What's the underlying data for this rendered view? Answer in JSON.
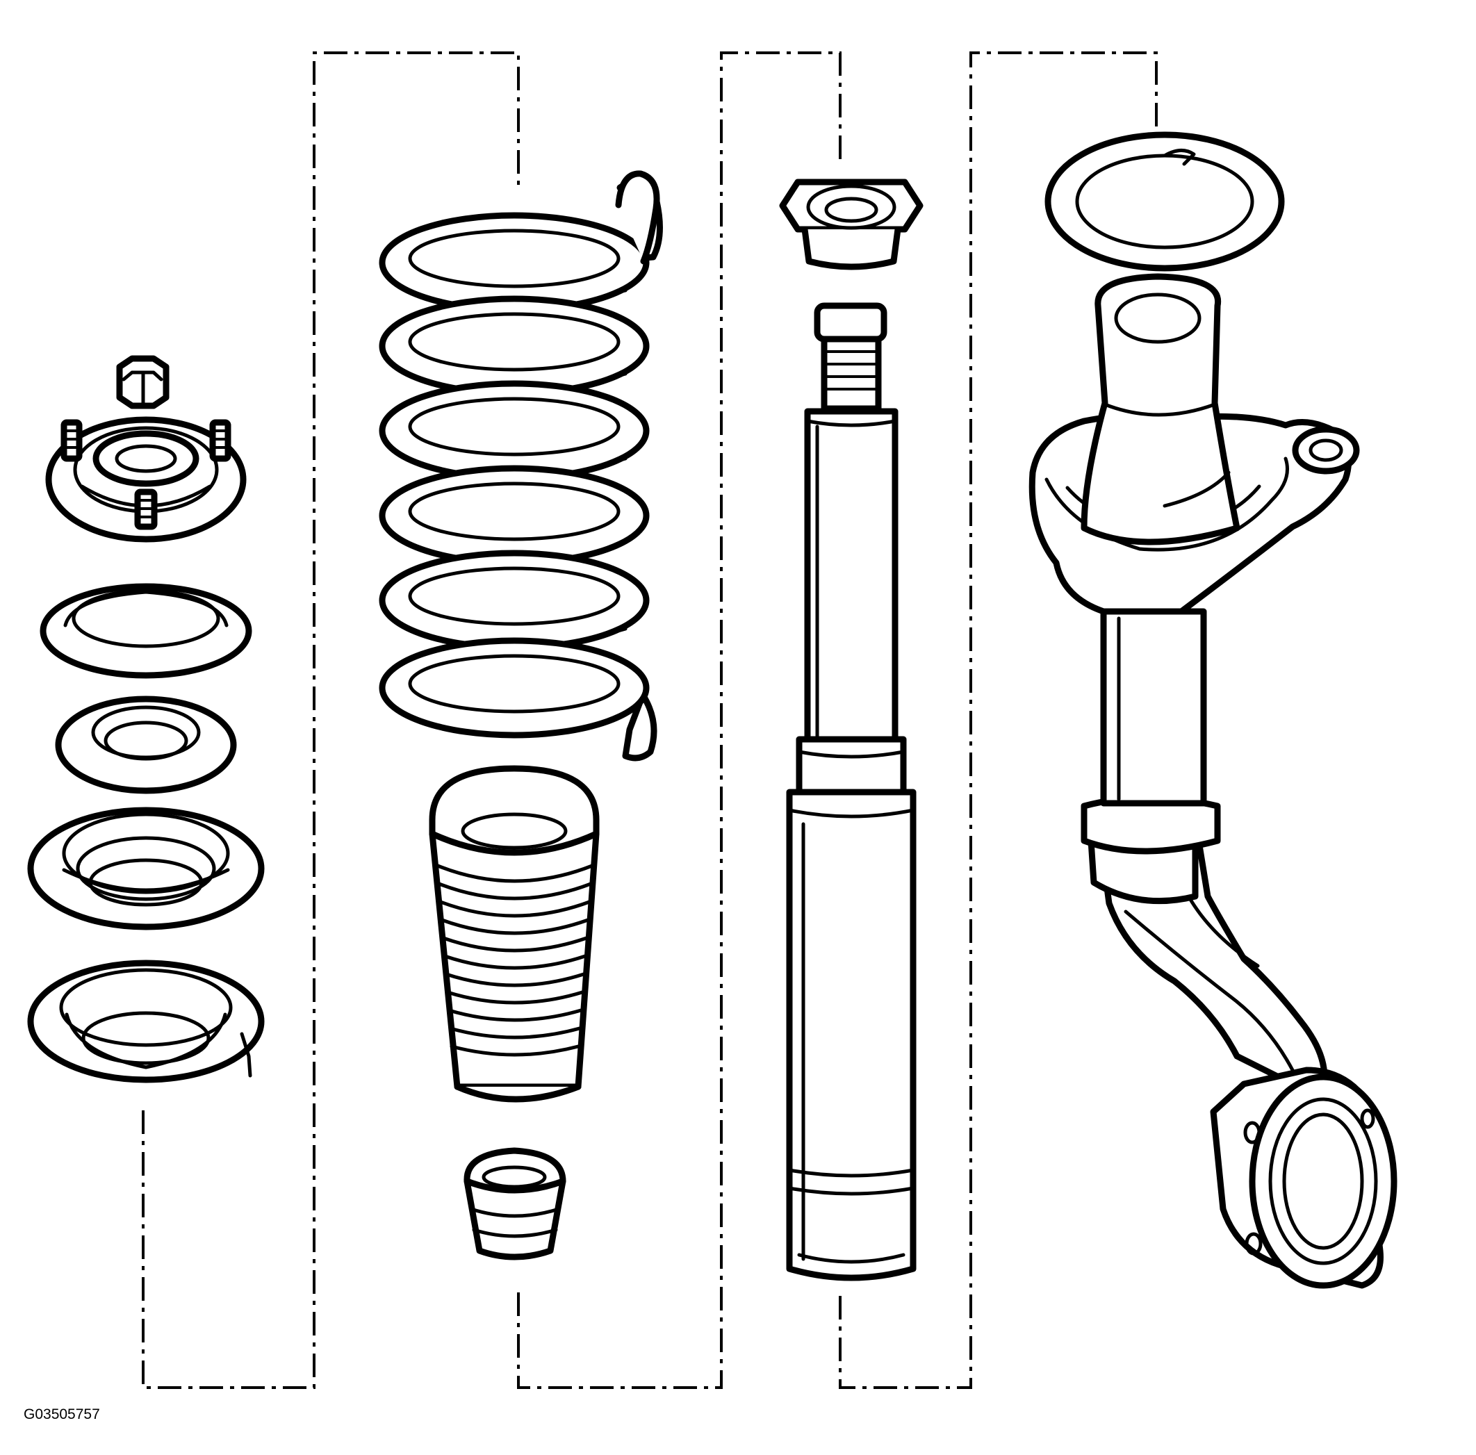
{
  "figure": {
    "id_label": "G03505757"
  },
  "components": [
    "strut-mount-nut",
    "upper-strut-mount",
    "mount-bearing",
    "bearing-seat",
    "upper-spring-seat",
    "upper-spring-insulator",
    "coil-spring",
    "dust-boot",
    "bump-stop",
    "damper-top-nut",
    "shock-absorber",
    "lower-spring-insulator",
    "strut-housing-knuckle"
  ]
}
